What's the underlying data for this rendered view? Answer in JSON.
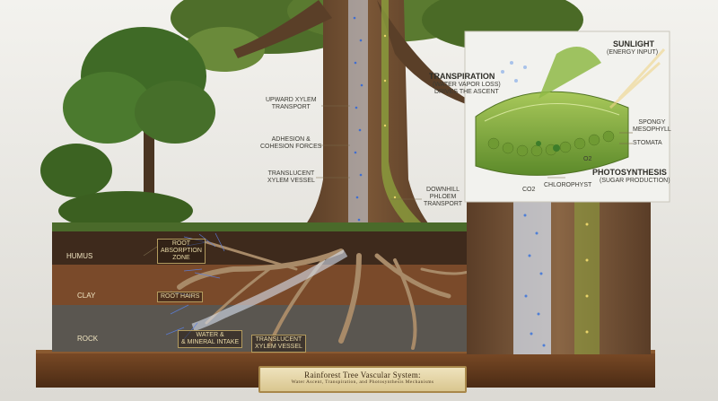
{
  "title": "Rainforest Tree Vascular System:",
  "subtitle": "Water Ascent, Transpiration, and Photosynthesis Mechanisms",
  "labels": {
    "upward_xylem": "Upward Xylem\nTransport",
    "adhesion": "Adhesion &\nCohesion Forces",
    "translucent_xylem_vessel_top": "Translucent\nXylem Vessel",
    "downhill_phloem": "Downhill\nPhloem\nTransport",
    "transpiration_title": "Transpiration",
    "transpiration_sub": "(Water Vapor Loss)\nDrives the Ascent",
    "sunlight_title": "Sunlight",
    "sunlight_sub": "(Energy Input)",
    "spongy_mesophyll": "Spongy\nMesophyll",
    "stomata": "Stomata",
    "o2": "O2",
    "chlorophyst": "Chlorophyst",
    "photosynthesis_title": "Photosynthesis",
    "photosynthesis_sub": "(Sugar Production)",
    "co2": "CO2",
    "humus": "Humus",
    "clay": "Clay",
    "rock": "Rock",
    "root_absorption": "Root\nAbsorption\nZone",
    "root_hairs": "Root Hairs",
    "water_mineral": "Water &\n& Mineral Intake",
    "translucent_xylem_vessel_bottom": "Translucent\nXylem Vessel"
  },
  "colors": {
    "background": "#ecebe7",
    "wood": "#6b4a2e",
    "xylem_water": "#4f7fd6",
    "phloem": "#9aa84a",
    "leaf": "#7ea83a",
    "plaque": "#e6d6a4"
  }
}
